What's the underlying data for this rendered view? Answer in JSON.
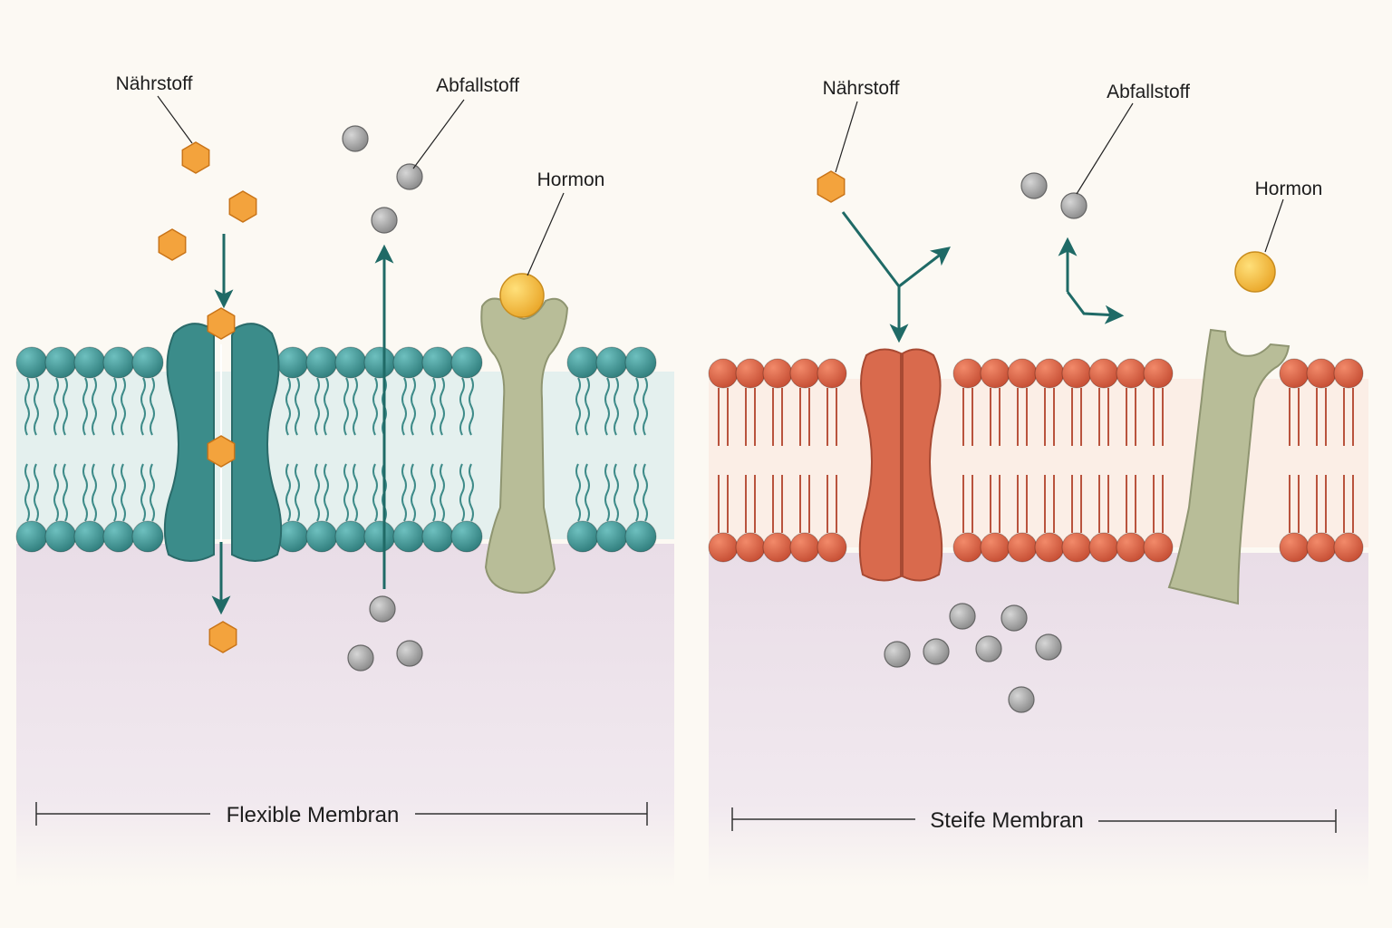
{
  "panels": {
    "left": {
      "caption": "Flexible Membran",
      "labels": {
        "nutrient": "Nährstoff",
        "waste": "Abfallstoff",
        "hormone": "Hormon"
      },
      "colors": {
        "head": "#3f9595",
        "tail": "#3e8b89",
        "channel": "#3b8c8a",
        "arrow": "#1f6a66"
      }
    },
    "right": {
      "caption": "Steife Membran",
      "labels": {
        "nutrient": "Nährstoff",
        "waste": "Abfallstoff",
        "hormone": "Hormon"
      },
      "colors": {
        "head": "#e0684a",
        "tail": "#b9533d",
        "channel": "#d96a4d",
        "arrow": "#1f6a66"
      }
    }
  },
  "colors": {
    "nutrient": "#f3a33d",
    "waste": "#9c9c9c",
    "hormone": "#f5bd3e",
    "receptor": "#b8bd98",
    "cytoplasm": "#ece2ea",
    "background": "#fcf9f3"
  },
  "icons": [
    "nutrient-hexagon-icon",
    "waste-sphere-icon",
    "hormone-sphere-icon",
    "arrow-icon"
  ]
}
